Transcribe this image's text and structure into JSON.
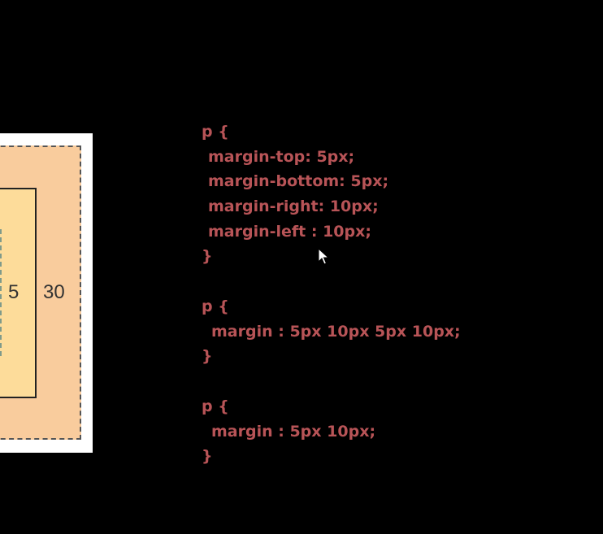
{
  "diagram": {
    "labels": {
      "border": "5",
      "margin": "30"
    },
    "colors": {
      "background": "#000000",
      "frame": "#ffffff",
      "margin_fill": "#f9cc9d",
      "border_fill": "#fddc9a",
      "code_text": "#b85457"
    }
  },
  "code": {
    "block1": {
      "open": "p {",
      "lines": [
        "margin-top: 5px;",
        "margin-bottom: 5px;",
        "margin-right: 10px;",
        "margin-left : 10px;"
      ],
      "close": "}"
    },
    "block2": {
      "open": "p {",
      "lines": [
        "margin : 5px 10px 5px 10px;"
      ],
      "close": "}"
    },
    "block3": {
      "open": "p {",
      "lines": [
        "margin : 5px 10px;"
      ],
      "close": "}"
    }
  },
  "cursor_icon": "arrow-cursor-icon"
}
